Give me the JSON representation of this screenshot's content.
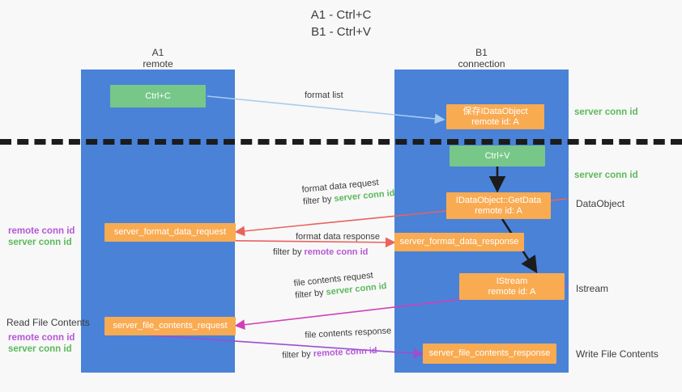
{
  "title": "A1 - Ctrl+C\nB1 - Ctrl+V",
  "columns": [
    {
      "name": "A1",
      "sub": "remote",
      "label": "A1\nremote"
    },
    {
      "name": "B1",
      "sub": "connection",
      "label": "B1\nconnection"
    }
  ],
  "boxes": {
    "ctrl_c": "Ctrl+C",
    "ctrl_v": "Ctrl+V",
    "idataobject_line1": "保存IDataObject",
    "idataobject_line2": "remote id: A",
    "getdata_line1": "IDataObject::GetData",
    "getdata_line2": "remote id: A",
    "istream_line1": "IStream",
    "istream_line2": "remote id: A",
    "server_format_data_request": "server_format_data_request",
    "server_format_data_response": "server_format_data_response",
    "server_file_contents_request": "server_file_contents_request",
    "server_file_contents_response": "server_file_contents_response"
  },
  "edges": {
    "format_list": "format list",
    "format_data_request": "format data request",
    "format_data_request_filter_prefix": "filter by ",
    "format_data_request_filter_tag": "server conn id",
    "format_data_response": "format data response",
    "format_data_response_filter_prefix": "filter by ",
    "format_data_response_filter_tag": "remote conn id",
    "file_contents_request": "file contents request",
    "file_contents_request_filter_prefix": "filter by ",
    "file_contents_request_filter_tag": "server conn id",
    "file_contents_response": "file contents response",
    "file_contents_response_filter_prefix": "filter by ",
    "file_contents_response_filter_tag": "remote conn id"
  },
  "side_labels": {
    "right_server_conn_id_top": "server conn id",
    "right_server_conn_id_mid": "server conn id",
    "right_dataobject": "DataObject",
    "right_istream": "Istream",
    "right_write_file_contents": "Write File Contents",
    "left_read_file_contents": "Read File Contents",
    "left_remote_conn_id_upper": "remote conn id",
    "left_server_conn_id_upper": "server conn id",
    "left_remote_conn_id_lower": "remote conn id",
    "left_server_conn_id_lower": "server conn id"
  },
  "colors": {
    "lane": "#4a82d8",
    "green_box": "#76c788",
    "orange_box": "#f9ab52",
    "conn_green": "#5cb85c",
    "conn_purple": "#b657d6",
    "arrow_blue": "#a8cced",
    "arrow_red": "#e8635c",
    "arrow_magenta": "#d13fb8",
    "arrow_purple": "#9a4fd0",
    "arrow_black": "#1c1c1c",
    "background": "#f8f8f8"
  }
}
